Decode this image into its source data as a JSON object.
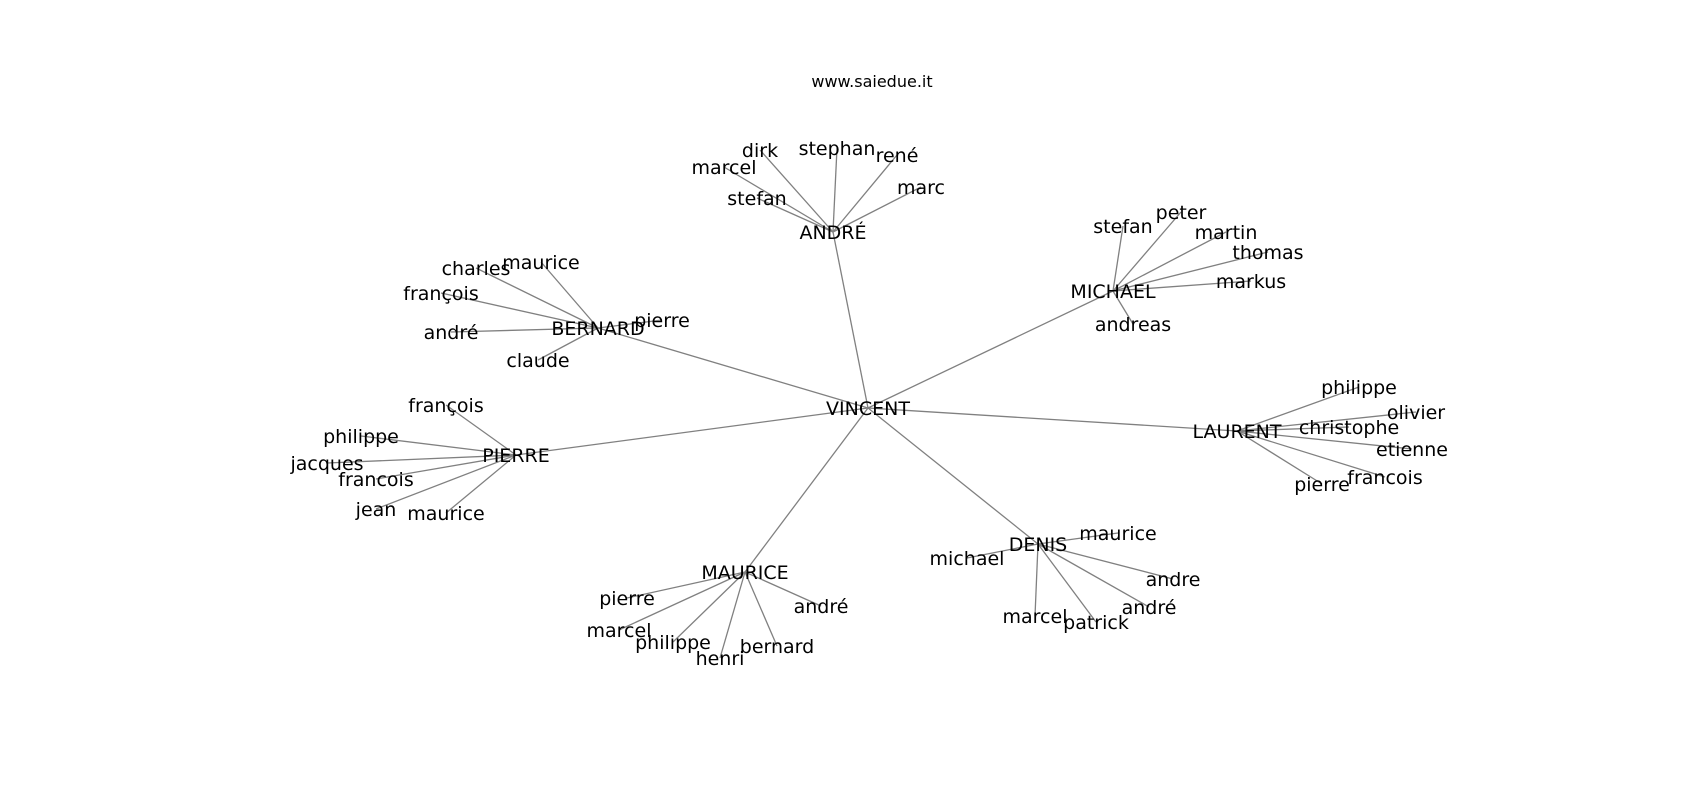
{
  "title": "www.saiedue.it",
  "root": "VINCENT",
  "groups": [
    {
      "name": "ANDRÉ",
      "members": [
        "marcel",
        "dirk",
        "stephan",
        "rené",
        "marc",
        "stefan"
      ]
    },
    {
      "name": "MICHAEL",
      "members": [
        "stefan",
        "peter",
        "martin",
        "thomas",
        "markus",
        "andreas"
      ]
    },
    {
      "name": "BERNARD",
      "members": [
        "charles",
        "maurice",
        "françois",
        "pierre",
        "andré",
        "claude"
      ]
    },
    {
      "name": "LAURENT",
      "members": [
        "philippe",
        "olivier",
        "christophe",
        "etienne",
        "francois",
        "pierre"
      ]
    },
    {
      "name": "PIERRE",
      "members": [
        "françois",
        "philippe",
        "jacques",
        "francois",
        "jean",
        "maurice"
      ]
    },
    {
      "name": "DENIS",
      "members": [
        "maurice",
        "michael",
        "andre",
        "andré",
        "marcel",
        "patrick"
      ]
    },
    {
      "name": "MAURICE",
      "members": [
        "pierre",
        "andré",
        "marcel",
        "philippe",
        "henri",
        "bernard"
      ]
    }
  ]
}
